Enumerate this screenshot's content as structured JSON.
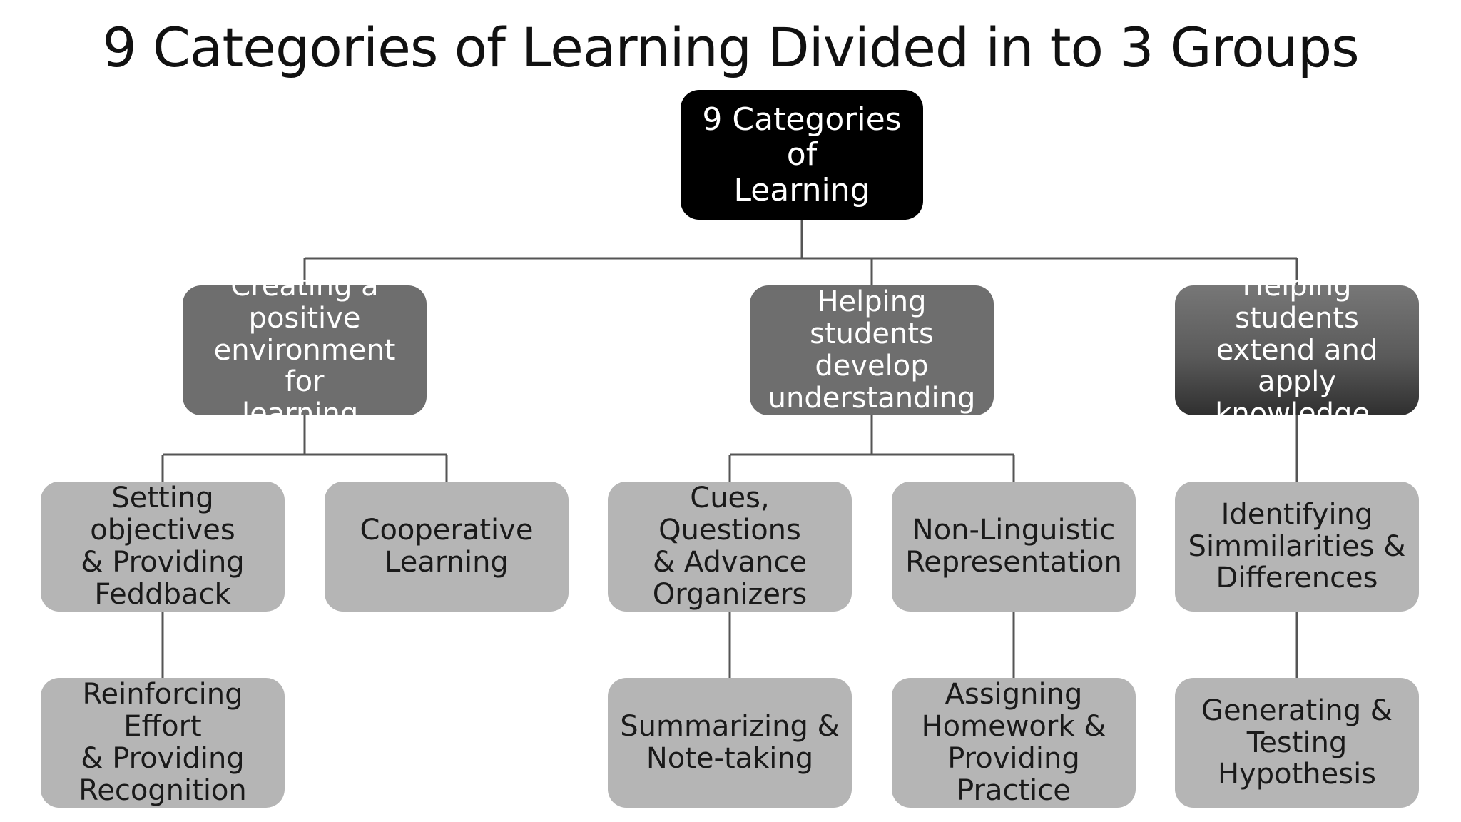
{
  "title": "9 Categories of Learning Divided in to 3 Groups",
  "root": {
    "label": "9 Categories of\nLearning"
  },
  "groups": [
    {
      "label": "Creating a\npositive\nenvironment for\nlearning."
    },
    {
      "label": "Helping students\ndevelop\nunderstanding"
    },
    {
      "label": "Helping students\nextend and apply\nknowledge."
    }
  ],
  "categories": [
    {
      "label": "Setting objectives\n& Providing\nFeddback"
    },
    {
      "label": "Cooperative\nLearning"
    },
    {
      "label": "Cues, Questions\n& Advance\nOrganizers"
    },
    {
      "label": "Non-Linguistic\nRepresentation"
    },
    {
      "label": "Identifying\nSimmilarities &\nDifferences"
    },
    {
      "label": "Reinforcing Effort\n& Providing\nRecognition"
    },
    {
      "label": "Summarizing &\nNote-taking"
    },
    {
      "label": "Assigning\nHomework &\nProviding\nPractice"
    },
    {
      "label": "Generating &\nTesting\nHypothesis"
    }
  ],
  "colors": {
    "root_fill": "#000000",
    "group_fill": "#6e6e6e",
    "leaf_fill": "#b5b5b5",
    "connector": "#555555"
  }
}
